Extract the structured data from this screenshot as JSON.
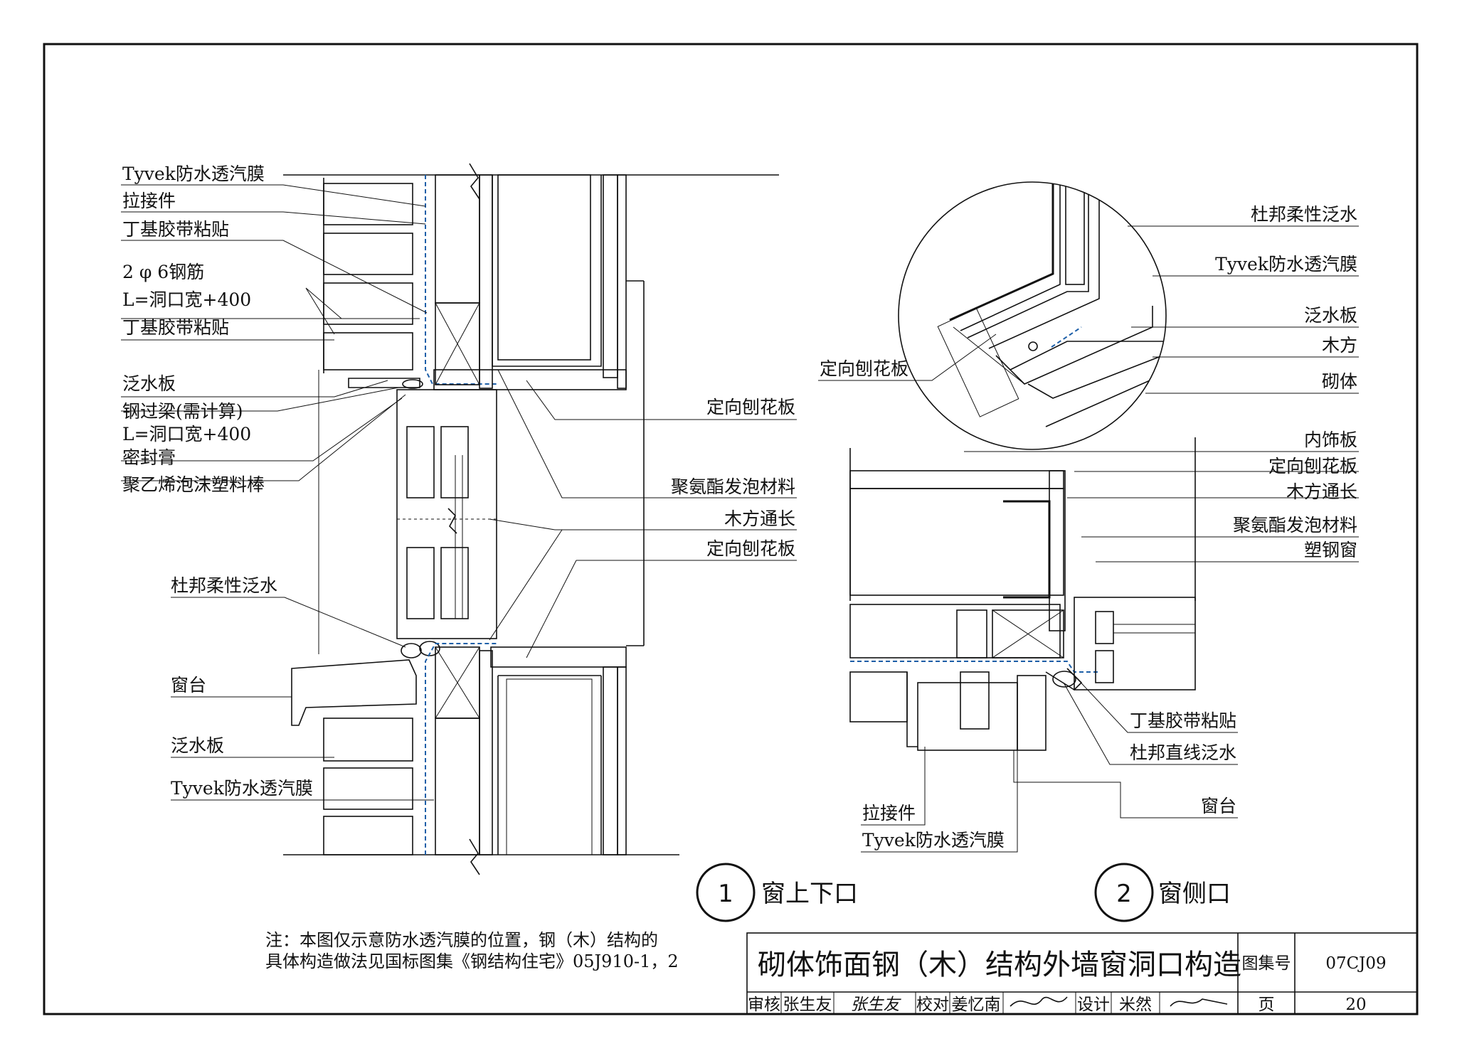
{
  "labels_left": {
    "tyvek_top": "Tyvek防水透汽膜",
    "tie": "拉接件",
    "butyl_1": "丁基胶带粘贴",
    "rebar": "2 φ 6钢筋",
    "rebar_len": "L=洞口宽+400",
    "butyl_2": "丁基胶带粘贴",
    "flashing": "泛水板",
    "lintel": "钢过梁(需计算)",
    "lintel_len": "L=洞口宽+400",
    "sealant": "密封膏",
    "pe_rod": "聚乙烯泡沫塑料棒",
    "dupont_flex": "杜邦柔性泛水",
    "sill": "窗台",
    "flashing_low": "泛水板",
    "tyvek_low": "Tyvek防水透汽膜"
  },
  "labels_mid": {
    "osb_1": "定向刨花板",
    "pu_foam": "聚氨酯发泡材料",
    "timber": "木方通长",
    "osb_2": "定向刨花板"
  },
  "labels_circle": {
    "dupont_flex": "杜邦柔性泛水",
    "tyvek": "Tyvek防水透汽膜",
    "flashing": "泛水板",
    "timber": "木方",
    "masonry": "砌体",
    "osb": "定向刨花板"
  },
  "labels_side": {
    "interior": "内饰板",
    "osb": "定向刨花板",
    "timber": "木方通长",
    "pu_foam": "聚氨酯发泡材料",
    "window": "塑钢窗",
    "butyl": "丁基胶带粘贴",
    "dupont_straight": "杜邦直线泛水",
    "sill": "窗台",
    "tie": "拉接件",
    "tyvek": "Tyvek防水透汽膜"
  },
  "captions": {
    "d1_num": "1",
    "d1_text": "窗上下口",
    "d2_num": "2",
    "d2_text": "窗侧口"
  },
  "note": {
    "line1": "注：本图仅示意防水透汽膜的位置，钢（木）结构的",
    "line2": "具体构造做法见国标图集《钢结构住宅》05J910-1，2"
  },
  "title_block": {
    "title": "砌体饰面钢（木）结构外墙窗洞口构造",
    "atlas_label": "图集号",
    "atlas_no": "07CJ09",
    "review_label": "审核",
    "reviewer": "张生友",
    "reviewer_sig": "张生友",
    "check_label": "校对",
    "checker": "姜忆南",
    "design_label": "设计",
    "designer": "米然",
    "page_label": "页",
    "page_no": "20"
  },
  "colors": {
    "membrane": "#1d5fa8",
    "line": "#111111"
  }
}
